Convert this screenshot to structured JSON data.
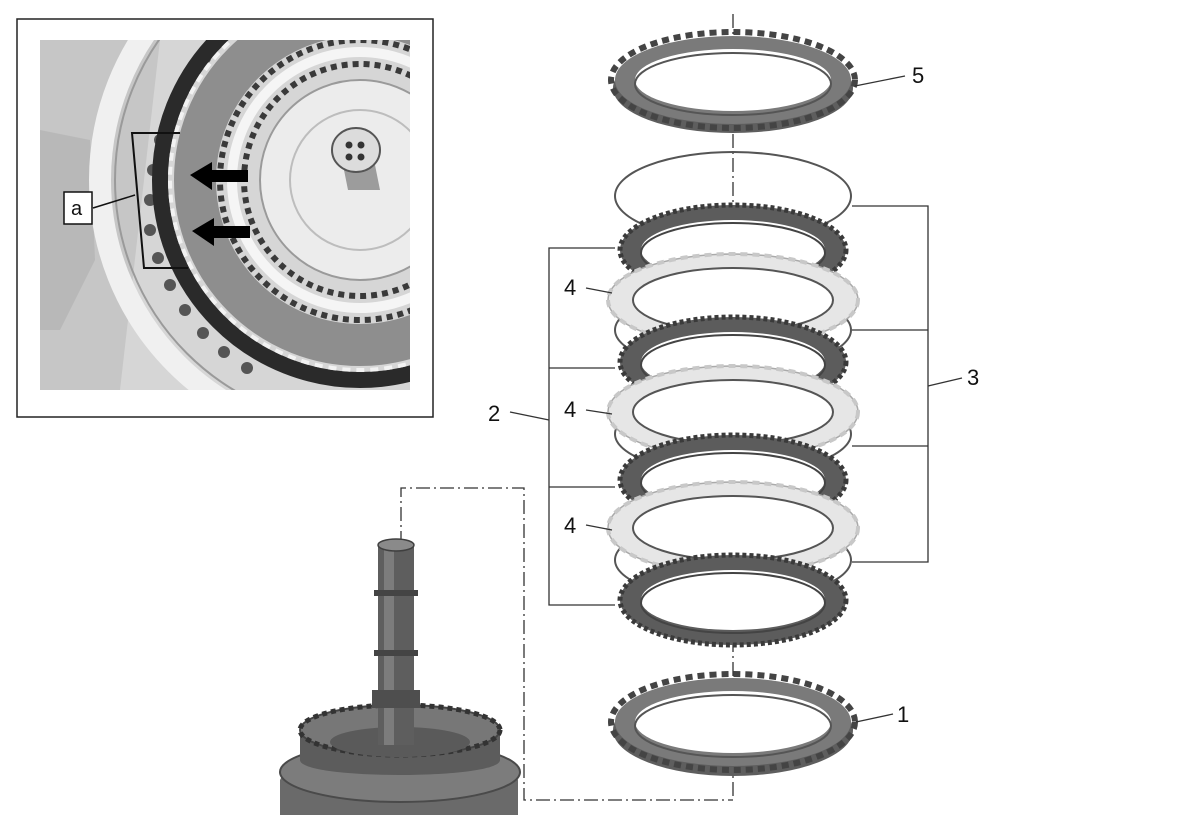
{
  "diagram": {
    "callouts": {
      "c1": "1",
      "c2": "2",
      "c3": "3",
      "c4a": "4",
      "c4b": "4",
      "c4c": "4",
      "c5": "5"
    },
    "inset": {
      "label": "a"
    },
    "colors": {
      "steel_plate": "#6a6a6a",
      "friction_disc": "#5a5a5a",
      "light_plate": "#e6e6e6",
      "line": "#333333",
      "inset_bg": "#d8d8d8"
    }
  }
}
